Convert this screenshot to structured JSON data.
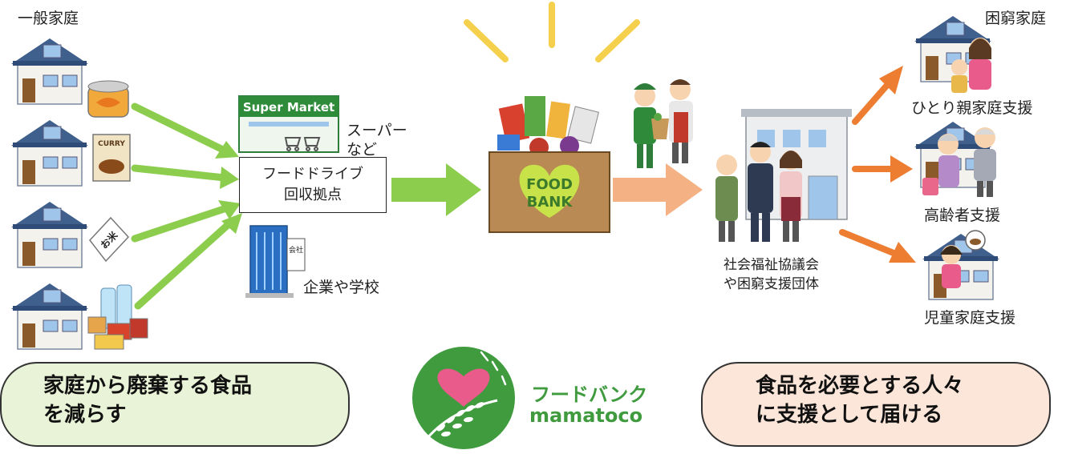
{
  "labels": {
    "households": "一般家庭",
    "supermarket_sign": "Super Market",
    "supermarket_caption_1": "スーパー",
    "supermarket_caption_2": "など",
    "drive_line1": "フードドライブ",
    "drive_line2": "回収拠点",
    "company_sign": "会社",
    "company_caption": "企業や学校",
    "food_bank_line1": "FOOD",
    "food_bank_line2": "BANK",
    "welfare_line1": "社会福祉協議会",
    "welfare_line2": "や困窮支援団体",
    "needy": "困窮家庭",
    "single_parent": "ひとり親家庭支援",
    "elderly": "高齢者支援",
    "children": "児童家庭支援",
    "curry": "CURRY",
    "rice": "お米"
  },
  "goals": {
    "left_line1": "家庭から廃棄する食品",
    "left_line2": "を減らす",
    "right_line1": "食品を必要とする人々",
    "right_line2": "に支援として届ける"
  },
  "logo": {
    "name_jp": "フードバンク",
    "name_en": "mamatoco"
  },
  "colors": {
    "green_arrow": "#8ccd4e",
    "peach_arrow": "#f4b183",
    "orange_arrow": "#ed7d31",
    "logo_green": "#3f9b3e",
    "heart_pink": "#e85b8a"
  }
}
